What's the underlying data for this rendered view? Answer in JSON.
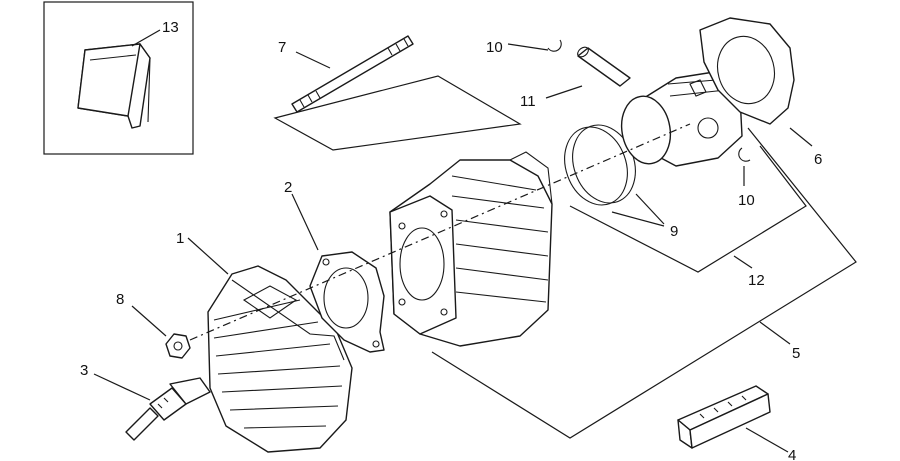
{
  "labels": {
    "part_1": "1",
    "part_2": "2",
    "part_3": "3",
    "part_4": "4",
    "part_5": "5",
    "part_6": "6",
    "part_7": "7",
    "part_8": "8",
    "part_9": "9",
    "part_10a": "10",
    "part_10b": "10",
    "part_11": "11",
    "part_12": "12",
    "part_13": "13"
  },
  "colors": {
    "line": "#1a1a1a",
    "background": "#ffffff"
  }
}
